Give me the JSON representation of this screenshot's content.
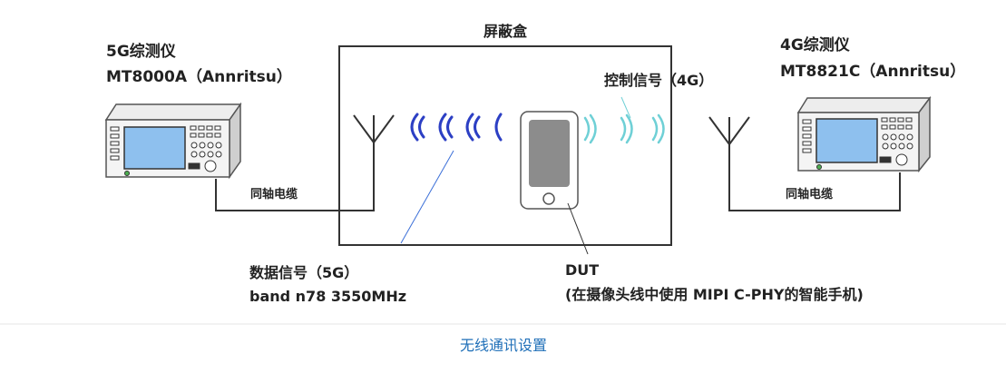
{
  "shield_box": {
    "label": "屏蔽盒"
  },
  "tester_5g": {
    "title": "5G综测仪",
    "model": "MT8000A（Annritsu）"
  },
  "tester_4g": {
    "title": "4G综测仪",
    "model": "MT8821C（Annritsu）"
  },
  "cable_left": {
    "label": "同轴电缆"
  },
  "cable_right": {
    "label": "同轴电缆"
  },
  "control_signal": {
    "label": "控制信号（4G）"
  },
  "data_signal": {
    "line1": "数据信号（5G）",
    "line2": "band n78 3550MHz"
  },
  "dut": {
    "line1": "DUT",
    "line2": "(在摄像头线中使用 MIPI C-PHY的智能手机)"
  },
  "caption": "无线通讯设置",
  "colors": {
    "signal_5g": "#2c3fc4",
    "signal_4g": "#6fd0d6",
    "caption": "#1f6fb8",
    "divider": "#e5e5e5"
  }
}
